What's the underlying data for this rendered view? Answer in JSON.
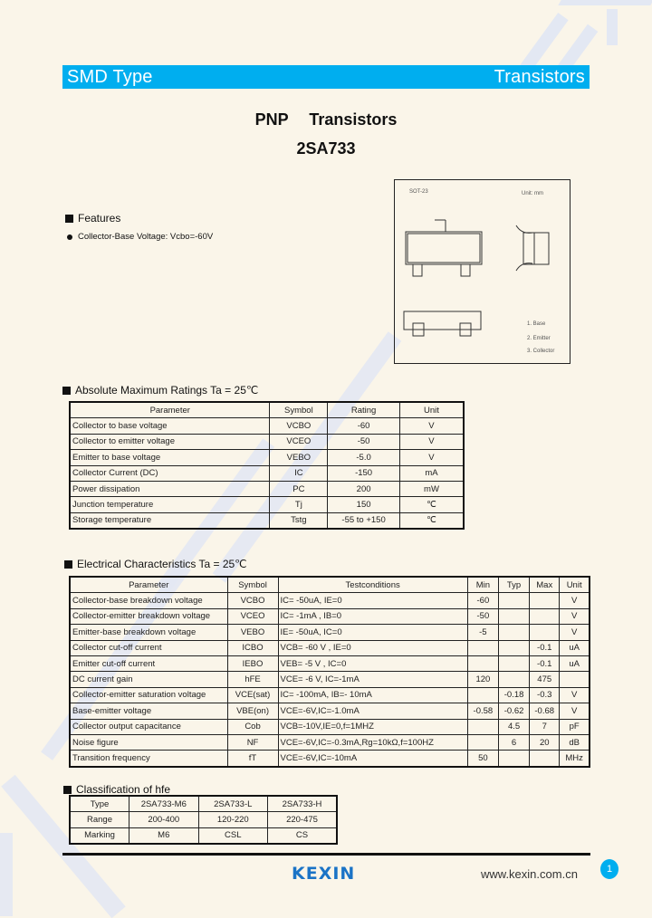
{
  "header": {
    "left": "SMD Type",
    "right": "Transistors",
    "color": "#00aeef"
  },
  "title": {
    "type": "PNP",
    "category": "Transistors",
    "part": "2SA733"
  },
  "features": {
    "heading": "Features",
    "items": [
      "Collector-Base Voltage: Vcbo=-60V"
    ]
  },
  "package_diagram": {
    "label": "SOT-23",
    "units": "Unit: mm",
    "pins": [
      "1. Base",
      "2. Emitter",
      "3. Collector"
    ]
  },
  "abs_max": {
    "heading": "Absolute Maximum Ratings Ta = 25℃",
    "columns": [
      "Parameter",
      "Symbol",
      "Rating",
      "Unit"
    ],
    "rows": [
      [
        "Collector to base voltage",
        "VCBO",
        "-60",
        "V"
      ],
      [
        "Collector to emitter voltage",
        "VCEO",
        "-50",
        "V"
      ],
      [
        "Emitter to base voltage",
        "VEBO",
        "-5.0",
        "V"
      ],
      [
        "Collector Current (DC)",
        "IC",
        "-150",
        "mA"
      ],
      [
        "Power dissipation",
        "PC",
        "200",
        "mW"
      ],
      [
        "Junction temperature",
        "Tj",
        "150",
        "℃"
      ],
      [
        "Storage temperature",
        "Tstg",
        "-55 to +150",
        "℃"
      ]
    ]
  },
  "elec": {
    "heading": "Electrical Characteristics Ta = 25℃",
    "columns": [
      "Parameter",
      "Symbol",
      "Testconditions",
      "Min",
      "Typ",
      "Max",
      "Unit"
    ],
    "rows": [
      [
        "Collector-base breakdown voltage",
        "VCBO",
        "IC= -50uA, IE=0",
        "-60",
        "",
        "",
        "V"
      ],
      [
        "Collector-emitter breakdown voltage",
        "VCEO",
        "IC= -1mA , IB=0",
        "-50",
        "",
        "",
        "V"
      ],
      [
        "Emitter-base breakdown voltage",
        "VEBO",
        "IE= -50uA, IC=0",
        "-5",
        "",
        "",
        "V"
      ],
      [
        "Collector cut-off current",
        "ICBO",
        "VCB= -60 V , IE=0",
        "",
        "",
        "-0.1",
        "uA"
      ],
      [
        "Emitter cut-off current",
        "IEBO",
        "VEB= -5 V , IC=0",
        "",
        "",
        "-0.1",
        "uA"
      ],
      [
        "DC current gain",
        "hFE",
        "VCE= -6 V, IC=-1mA",
        "120",
        "",
        "475",
        ""
      ],
      [
        "Collector-emitter saturation voltage",
        "VCE(sat)",
        "IC= -100mA, IB=- 10mA",
        "",
        "-0.18",
        "-0.3",
        "V"
      ],
      [
        "Base-emitter voltage",
        "VBE(on)",
        "VCE=-6V,IC=-1.0mA",
        "-0.58",
        "-0.62",
        "-0.68",
        "V"
      ],
      [
        "Collector output capacitance",
        "Cob",
        "VCB=-10V,IE=0,f=1MHZ",
        "",
        "4.5",
        "7",
        "pF"
      ],
      [
        "Noise figure",
        "NF",
        "VCE=-6V,IC=-0.3mA,Rg=10kΩ,f=100HZ",
        "",
        "6",
        "20",
        "dB"
      ],
      [
        "Transition frequency",
        "fT",
        "VCE=-6V,IC=-10mA",
        "50",
        "",
        "",
        "MHz"
      ]
    ]
  },
  "classification": {
    "heading": "Classification of hfe",
    "rows": [
      [
        "Type",
        "2SA733-M6",
        "2SA733-L",
        "2SA733-H"
      ],
      [
        "Range",
        "200-400",
        "120-220",
        "220-475"
      ],
      [
        "Marking",
        "M6",
        "CSL",
        "CS"
      ]
    ]
  },
  "footer": {
    "logo": "KEXIN",
    "url": "www.kexin.com.cn",
    "page": "1"
  }
}
